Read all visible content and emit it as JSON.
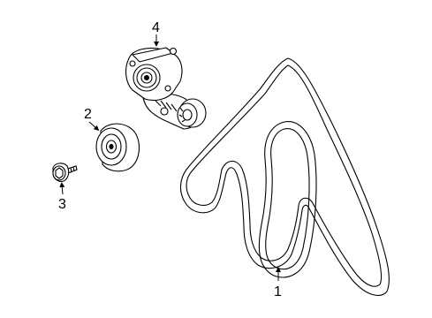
{
  "diagram": {
    "parts": [
      {
        "id": "belt",
        "callout": "1"
      },
      {
        "id": "idler-pulley",
        "callout": "2"
      },
      {
        "id": "pulley-bolt",
        "callout": "3"
      },
      {
        "id": "belt-tensioner",
        "callout": "4"
      }
    ]
  }
}
